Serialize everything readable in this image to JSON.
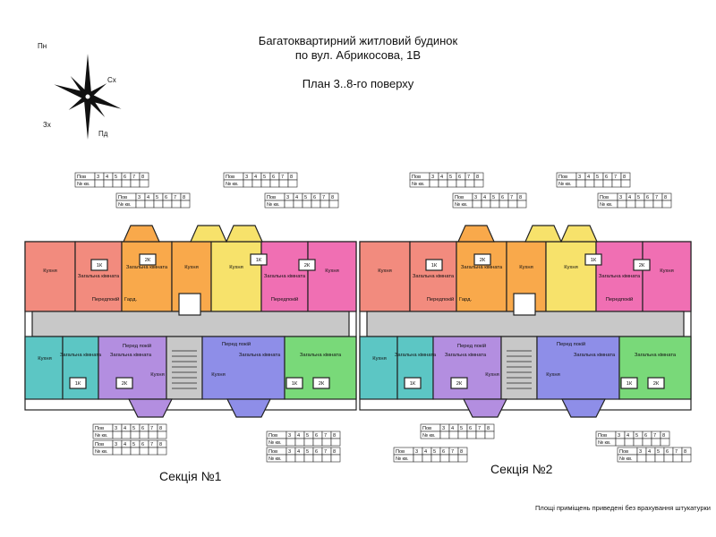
{
  "title": {
    "line1": "Багатоквартирний житловий будинок",
    "line2": "по вул. Абрикосова, 1В",
    "line3": "План 3..8-го поверху"
  },
  "compass": {
    "north": "Пн",
    "east": "Сх",
    "west": "Зх",
    "south": "Пд"
  },
  "sections": [
    {
      "label": "Секція №1"
    },
    {
      "label": "Секція №2"
    }
  ],
  "footnote": "Площі приміщень приведені без врахування штукатурки",
  "room_labels": {
    "kitchen": "Кухня",
    "living": "Загальна кімната",
    "hall": "Передпокій",
    "hall_short": "Перед покій",
    "bath": "Гард.",
    "k1": "1К",
    "k2": "2К"
  },
  "apartment_table": {
    "row1_head": "Пов",
    "row2_head": "№ кв.",
    "floors": [
      "3",
      "4",
      "5",
      "6",
      "7",
      "8"
    ]
  },
  "colors": {
    "salmon": "#f28b7e",
    "orange": "#f9a94b",
    "yellow": "#f7e26b",
    "magenta": "#f06fb3",
    "teal": "#5cc6c4",
    "violet": "#b38ee0",
    "blue": "#8e8ee8",
    "green": "#79d979",
    "corridor": "#c8c8c8",
    "wall": "#222222"
  }
}
